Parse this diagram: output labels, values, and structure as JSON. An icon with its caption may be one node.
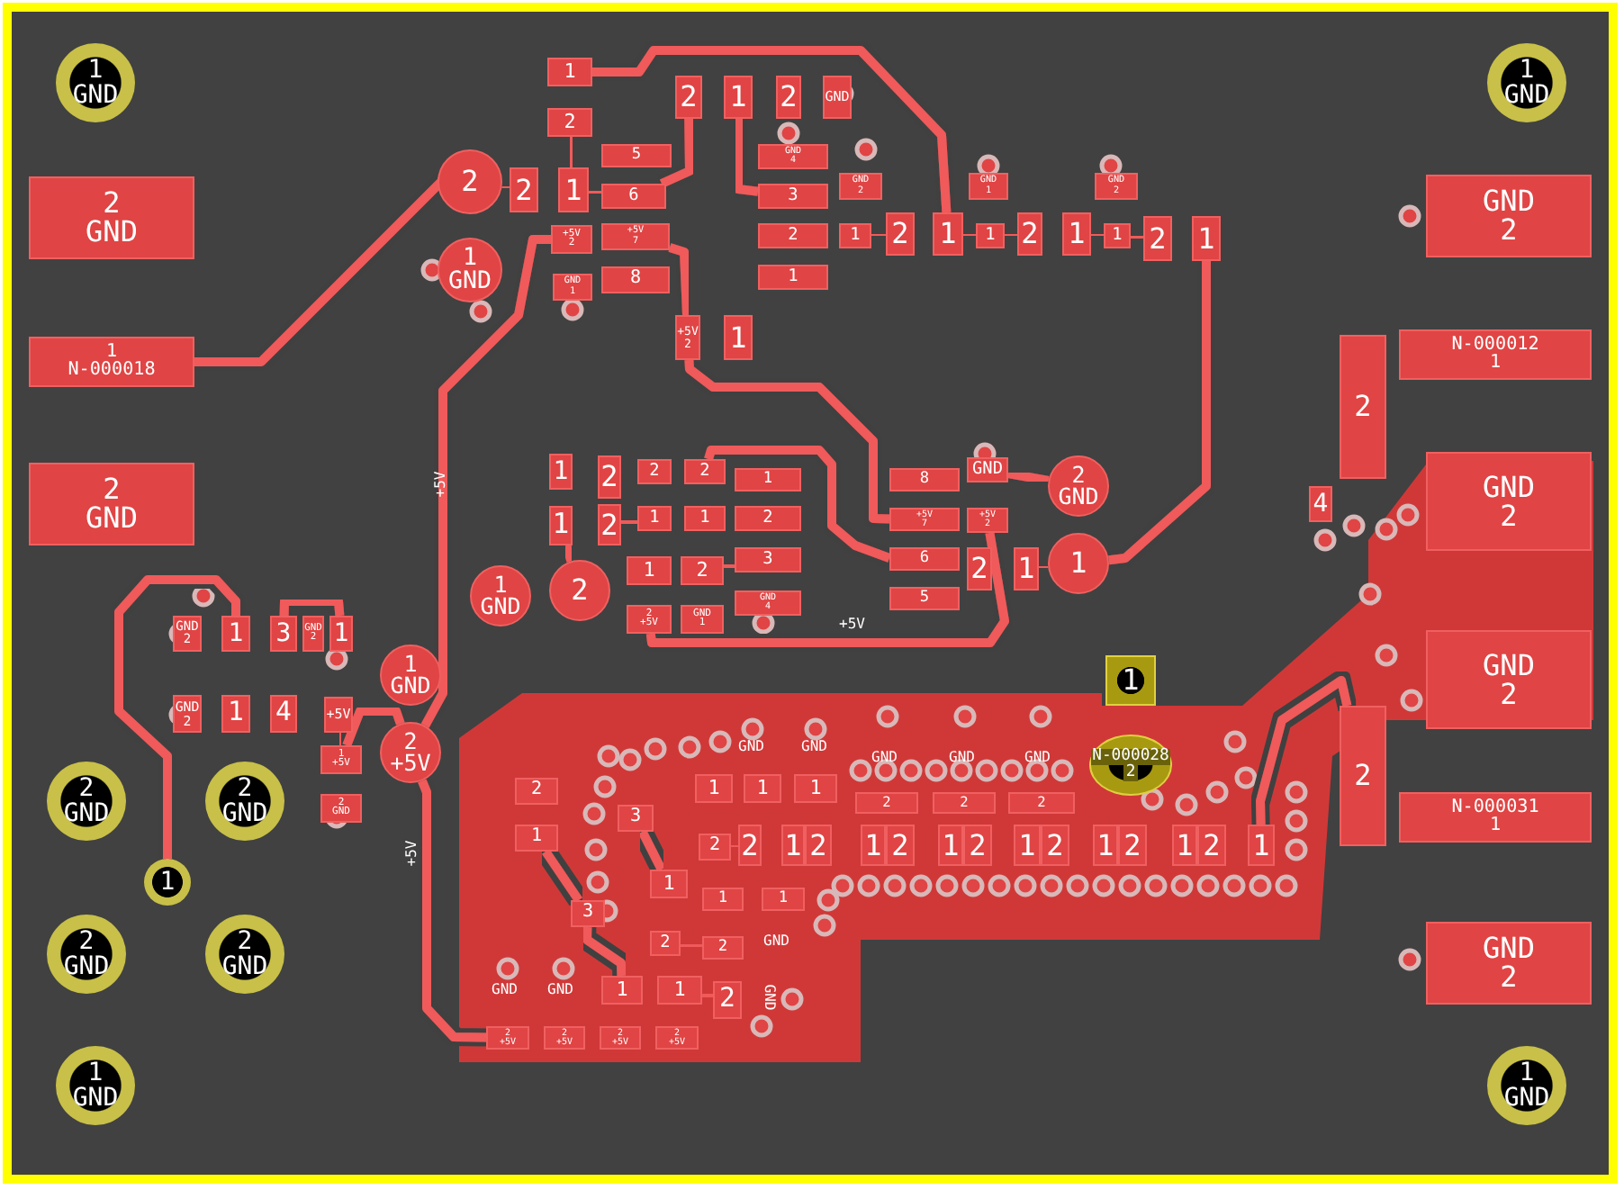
{
  "diagram": {
    "nodes": [
      {
        "text": [
          "1",
          "GND"
        ]
      },
      {
        "text": [
          "2",
          "GND"
        ]
      },
      {
        "text": [
          "1",
          "N-000018"
        ]
      },
      {
        "text": [
          "2",
          "GND"
        ]
      },
      {
        "text": [
          "2",
          "GND"
        ]
      },
      {
        "text": [
          "2",
          "GND"
        ]
      },
      {
        "text": [
          "1"
        ]
      },
      {
        "text": [
          "2",
          "GND"
        ]
      },
      {
        "text": [
          "2",
          "GND"
        ]
      },
      {
        "text": [
          "1",
          "GND"
        ]
      },
      {
        "text": [
          "1",
          "GND"
        ]
      },
      {
        "text": [
          "GND",
          "2"
        ]
      },
      {
        "text": [
          "N-000012",
          "1"
        ]
      },
      {
        "text": [
          "GND",
          "2"
        ]
      },
      {
        "text": [
          "GND",
          "2"
        ]
      },
      {
        "text": [
          "N-000031",
          "1"
        ]
      },
      {
        "text": [
          "GND",
          "2"
        ]
      },
      {
        "text": [
          "1",
          "GND"
        ]
      },
      {
        "text": [
          "2"
        ]
      },
      {
        "text": [
          "1",
          "GND"
        ]
      },
      {
        "text": [
          "2",
          "GND"
        ]
      },
      {
        "text": [
          "1"
        ]
      },
      {
        "text": [
          "1",
          "GND"
        ]
      },
      {
        "text": [
          "2"
        ]
      },
      {
        "text": [
          "1",
          "GND"
        ]
      },
      {
        "text": [
          "2",
          "+5V"
        ]
      },
      {
        "text": [
          "1"
        ]
      },
      {
        "text": [
          "N-000028",
          "2"
        ]
      },
      {
        "text": [
          "1"
        ]
      },
      {
        "text": [
          "2"
        ]
      },
      {
        "text": [
          "2"
        ]
      },
      {
        "text": [
          "1"
        ]
      },
      {
        "text": [
          "5"
        ]
      },
      {
        "text": [
          "6"
        ]
      },
      {
        "text": [
          "+5V",
          "2"
        ]
      },
      {
        "text": [
          "+5V",
          "7"
        ]
      },
      {
        "text": [
          "GND",
          "1"
        ]
      },
      {
        "text": [
          "8"
        ]
      },
      {
        "text": [
          "2"
        ]
      },
      {
        "text": [
          "1"
        ]
      },
      {
        "text": [
          "2"
        ]
      },
      {
        "text": [
          "GND"
        ]
      },
      {
        "text": [
          "GND",
          "4"
        ]
      },
      {
        "text": [
          "3"
        ]
      },
      {
        "text": [
          "2"
        ]
      },
      {
        "text": [
          "1"
        ]
      },
      {
        "text": [
          "+5V",
          "2"
        ]
      },
      {
        "text": [
          "1"
        ]
      },
      {
        "text": [
          "GND",
          "2"
        ]
      },
      {
        "text": [
          "1"
        ]
      },
      {
        "text": [
          "2"
        ]
      },
      {
        "text": [
          "1"
        ]
      },
      {
        "text": [
          "GND",
          "1"
        ]
      },
      {
        "text": [
          "1"
        ]
      },
      {
        "text": [
          "2"
        ]
      },
      {
        "text": [
          "1"
        ]
      },
      {
        "text": [
          "GND",
          "2"
        ]
      },
      {
        "text": [
          "1"
        ]
      },
      {
        "text": [
          "2"
        ]
      },
      {
        "text": [
          "1"
        ]
      },
      {
        "text": [
          "1"
        ]
      },
      {
        "text": [
          "1"
        ]
      },
      {
        "text": [
          "2"
        ]
      },
      {
        "text": [
          "2"
        ]
      },
      {
        "text": [
          "2"
        ]
      },
      {
        "text": [
          "2"
        ]
      },
      {
        "text": [
          "1"
        ]
      },
      {
        "text": [
          "1"
        ]
      },
      {
        "text": [
          "1"
        ]
      },
      {
        "text": [
          "2"
        ]
      },
      {
        "text": [
          "1"
        ]
      },
      {
        "text": [
          "2"
        ]
      },
      {
        "text": [
          "3"
        ]
      },
      {
        "text": [
          "2",
          "+5V"
        ]
      },
      {
        "text": [
          "GND",
          "1"
        ]
      },
      {
        "text": [
          "GND",
          "4"
        ]
      },
      {
        "text": [
          "8"
        ]
      },
      {
        "text": [
          "GND"
        ]
      },
      {
        "text": [
          "+5V",
          "7"
        ]
      },
      {
        "text": [
          "+5V",
          "2"
        ]
      },
      {
        "text": [
          "6"
        ]
      },
      {
        "text": [
          "2"
        ]
      },
      {
        "text": [
          "1"
        ]
      },
      {
        "text": [
          "5"
        ]
      },
      {
        "text": [
          "GND",
          "2"
        ]
      },
      {
        "text": [
          "1"
        ]
      },
      {
        "text": [
          "3"
        ]
      },
      {
        "text": [
          "GND",
          "2"
        ]
      },
      {
        "text": [
          "1"
        ]
      },
      {
        "text": [
          "GND",
          "2"
        ]
      },
      {
        "text": [
          "1"
        ]
      },
      {
        "text": [
          "4"
        ]
      },
      {
        "text": [
          "+5V"
        ]
      },
      {
        "text": [
          "1",
          "+5V"
        ]
      },
      {
        "text": [
          "2",
          "GND"
        ]
      },
      {
        "text": [
          "2"
        ]
      },
      {
        "text": [
          "1"
        ]
      },
      {
        "text": [
          "3"
        ]
      },
      {
        "text": [
          "3"
        ]
      },
      {
        "text": [
          "1"
        ]
      },
      {
        "text": [
          "1"
        ]
      },
      {
        "text": [
          "1"
        ]
      },
      {
        "text": [
          "1"
        ]
      },
      {
        "text": [
          "2"
        ]
      },
      {
        "text": [
          "2"
        ]
      },
      {
        "text": [
          "1"
        ]
      },
      {
        "text": [
          "2"
        ]
      },
      {
        "text": [
          "2"
        ]
      },
      {
        "text": [
          "1"
        ]
      },
      {
        "text": [
          "2"
        ]
      },
      {
        "text": [
          "2"
        ]
      },
      {
        "text": [
          "1"
        ]
      },
      {
        "text": [
          "2"
        ]
      },
      {
        "text": [
          "2"
        ]
      },
      {
        "text": [
          "1"
        ]
      },
      {
        "text": [
          "2"
        ]
      },
      {
        "text": [
          "1"
        ]
      },
      {
        "text": [
          "2"
        ]
      },
      {
        "text": [
          "1"
        ]
      },
      {
        "text": [
          "2"
        ]
      },
      {
        "text": [
          "1"
        ]
      },
      {
        "text": [
          "1"
        ]
      },
      {
        "text": [
          "1"
        ]
      },
      {
        "text": [
          "2"
        ]
      },
      {
        "text": [
          "2"
        ]
      },
      {
        "text": [
          "1"
        ]
      },
      {
        "text": [
          "1"
        ]
      },
      {
        "text": [
          "2"
        ]
      },
      {
        "text": [
          "2",
          "+5V"
        ]
      },
      {
        "text": [
          "2",
          "+5V"
        ]
      },
      {
        "text": [
          "2",
          "+5V"
        ]
      },
      {
        "text": [
          "2",
          "+5V"
        ]
      },
      {
        "text": [
          "4"
        ]
      },
      {
        "text": [
          "2"
        ]
      },
      {
        "text": [
          "2"
        ]
      }
    ],
    "edges": [
      {
        "from": 2,
        "to": 18,
        "arrow": "none"
      },
      {
        "from": 18,
        "to": 30,
        "arrow": "none"
      },
      {
        "from": 28,
        "to": 51,
        "arrow": "none"
      },
      {
        "from": 29,
        "to": 31,
        "arrow": "none"
      },
      {
        "from": 31,
        "to": 33,
        "arrow": "none"
      },
      {
        "from": 38,
        "to": 33,
        "arrow": "none"
      },
      {
        "from": 39,
        "to": 40,
        "arrow": "none"
      },
      {
        "from": 39,
        "to": 47,
        "arrow": "none"
      },
      {
        "from": 39,
        "to": 43,
        "arrow": "none"
      },
      {
        "from": 44,
        "to": 49,
        "arrow": "none"
      },
      {
        "from": 49,
        "to": 50,
        "arrow": "none"
      },
      {
        "from": 51,
        "to": 53,
        "arrow": "none"
      },
      {
        "from": 53,
        "to": 54,
        "arrow": "none"
      },
      {
        "from": 55,
        "to": 57,
        "arrow": "none"
      },
      {
        "from": 57,
        "to": 58,
        "arrow": "none"
      },
      {
        "from": 59,
        "to": 21,
        "arrow": "none"
      },
      {
        "from": 35,
        "to": 46,
        "arrow": "none"
      },
      {
        "from": 46,
        "to": 78,
        "arrow": "none"
      },
      {
        "from": 34,
        "to": 25,
        "arrow": "none"
      },
      {
        "from": 20,
        "to": 77,
        "arrow": "none"
      },
      {
        "from": 65,
        "to": 80,
        "arrow": "none"
      },
      {
        "from": 82,
        "to": 21,
        "arrow": "none"
      },
      {
        "from": 64,
        "to": 65,
        "arrow": "none"
      },
      {
        "from": 63,
        "to": 67,
        "arrow": "none"
      },
      {
        "from": 67,
        "to": 68,
        "arrow": "none"
      },
      {
        "from": 68,
        "to": 69,
        "arrow": "none"
      },
      {
        "from": 70,
        "to": 71,
        "arrow": "none"
      },
      {
        "from": 71,
        "to": 72,
        "arrow": "none"
      },
      {
        "from": 60,
        "to": 61,
        "arrow": "none"
      },
      {
        "from": 61,
        "to": 23,
        "arrow": "none"
      },
      {
        "from": 73,
        "to": 79,
        "arrow": "none"
      },
      {
        "from": 86,
        "to": 88,
        "arrow": "none"
      },
      {
        "from": 85,
        "to": 86,
        "arrow": "none"
      },
      {
        "from": 90,
        "to": 91,
        "arrow": "none"
      },
      {
        "from": 6,
        "to": 85,
        "arrow": "none"
      },
      {
        "from": 92,
        "to": 93,
        "arrow": "none"
      },
      {
        "from": 93,
        "to": 25,
        "arrow": "none"
      },
      {
        "from": 25,
        "to": 128,
        "arrow": "none"
      },
      {
        "from": 96,
        "to": 98,
        "arrow": "none"
      },
      {
        "from": 97,
        "to": 99,
        "arrow": "none"
      },
      {
        "from": 98,
        "to": 125,
        "arrow": "none"
      },
      {
        "from": 100,
        "to": 101,
        "arrow": "none"
      },
      {
        "from": 121,
        "to": 122,
        "arrow": "none"
      },
      {
        "from": 103,
        "to": 104,
        "arrow": "none"
      },
      {
        "from": 123,
        "to": 124,
        "arrow": "none"
      },
      {
        "from": 126,
        "to": 127,
        "arrow": "none"
      },
      {
        "from": 120,
        "to": 134,
        "arrow": "none"
      }
    ],
    "labels": [
      "+5V",
      "+5V",
      "+5V",
      "GND",
      "GND",
      "GND",
      "GND",
      "GND",
      "GND",
      "GND",
      "GND",
      "GND"
    ]
  }
}
